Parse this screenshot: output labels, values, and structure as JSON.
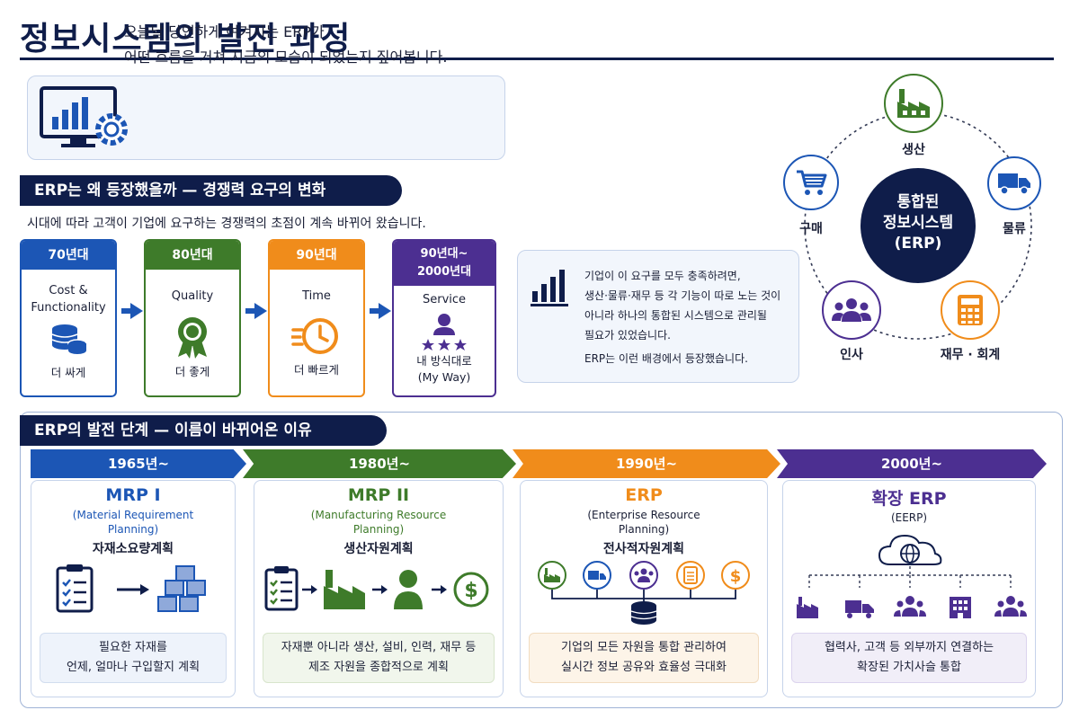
{
  "title": "정보시스템의 발전 과정",
  "intro": {
    "line1": "오늘날 당연하게 여겨지는 ERP가",
    "line2": "어떤 흐름을 거쳐 지금의 모습이 되었는지 짚어봅니다."
  },
  "section1": {
    "heading": "ERP는 왜 등장했을까 — 경쟁력 요구의 변화",
    "description": "시대에 따라 고객이 기업에 요구하는 경쟁력의 초점이 계속 바뀌어 왔습니다.",
    "eras": [
      {
        "period": "70년대",
        "focus_line1": "Cost &",
        "focus_line2": "Functionality",
        "slogan_line1": "더 싸게",
        "slogan_line2": "",
        "color": "#1c56b5",
        "icon": "coins-icon"
      },
      {
        "period": "80년대",
        "focus_line1": "Quality",
        "focus_line2": "",
        "slogan_line1": "더 좋게",
        "slogan_line2": "",
        "color": "#3e7b2a",
        "icon": "award-badge-icon"
      },
      {
        "period": "90년대",
        "focus_line1": "Time",
        "focus_line2": "",
        "slogan_line1": "더 빠르게",
        "slogan_line2": "",
        "color": "#f08c1b",
        "icon": "fast-clock-icon"
      },
      {
        "period_line1": "90년대~",
        "period_line2": "2000년대",
        "focus_line1": "Service",
        "focus_line2": "",
        "slogan_line1": "내 방식대로",
        "slogan_line2": "(My Way)",
        "color": "#4c2f91",
        "icon": "user-stars-icon"
      }
    ],
    "explanation": {
      "lines": [
        "기업이 이 요구를 모두 충족하려면,",
        "생산·물류·재무 등 각 기능이 따로 노는 것이",
        "아니라 하나의 통합된 시스템으로 관리될",
        "필요가 있었습니다."
      ],
      "conclusion": "ERP는 이런 배경에서 등장했습니다."
    }
  },
  "erp_diagram": {
    "center_line1": "통합된",
    "center_line2": "정보시스템",
    "center_line3": "(ERP)",
    "nodes": [
      {
        "label": "생산",
        "icon": "factory-icon",
        "color": "#3e7b2a"
      },
      {
        "label": "물류",
        "icon": "truck-icon",
        "color": "#1c56b5"
      },
      {
        "label": "재무 · 회계",
        "icon": "calculator-icon",
        "color": "#f08c1b"
      },
      {
        "label": "인사",
        "icon": "people-icon",
        "color": "#4c2f91"
      },
      {
        "label": "구매",
        "icon": "cart-icon",
        "color": "#1c56b5"
      }
    ]
  },
  "section2": {
    "heading": "ERP의 발전 단계 — 이름이 바뀌어온 이유",
    "stages": [
      {
        "year": "1965년~",
        "name": "MRP I",
        "eng_line1": "(Material Requirement",
        "eng_line2": "Planning)",
        "kor": "자재소요량계획",
        "desc_line1": "필요한 자재를",
        "desc_line2": "언제, 얼마나 구입할지 계획",
        "color": "#1c56b5"
      },
      {
        "year": "1980년~",
        "name": "MRP II",
        "eng_line1": "(Manufacturing Resource",
        "eng_line2": "Planning)",
        "kor": "생산자원계획",
        "desc_line1": "자재뿐 아니라 생산, 설비, 인력, 재무 등",
        "desc_line2": "제조 자원을 종합적으로 계획",
        "color": "#3e7b2a"
      },
      {
        "year": "1990년~",
        "name": "ERP",
        "eng_line1": "(Enterprise Resource",
        "eng_line2": "Planning)",
        "kor": "전사적자원계획",
        "desc_line1": "기업의 모든 자원을 통합 관리하여",
        "desc_line2": "실시간 정보 공유와 효율성 극대화",
        "color": "#f08c1b"
      },
      {
        "year": "2000년~",
        "name": "확장 ERP",
        "eng_line1": "(EERP)",
        "eng_line2": "",
        "kor": "",
        "desc_line1": "협력사, 고객 등 외부까지 연결하는",
        "desc_line2": "확장된 가치사슬 통합",
        "color": "#4c2f91"
      }
    ]
  }
}
